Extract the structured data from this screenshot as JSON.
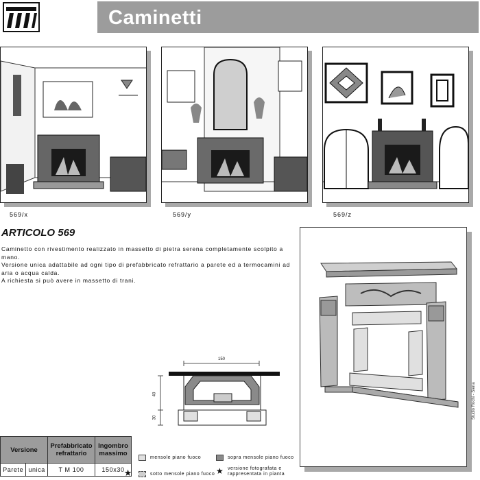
{
  "header": {
    "title": "Caminetti"
  },
  "photos": [
    {
      "code": "569/x"
    },
    {
      "code": "569/y"
    },
    {
      "code": "569/z"
    }
  ],
  "article": {
    "title": "ARTICOLO 569",
    "desc_lines": [
      "Caminetto con rivestimento realizzato in massetto di pietra serena completamente scolpito a mano.",
      "Versione unica adattabile ad ogni tipo di prefabbricato refrattario a parete ed a termocamini ad aria o acqua calda.",
      "A richiesta si può avere in massetto di trani."
    ]
  },
  "plan": {
    "width_label": "150",
    "depth_label": "40",
    "base_label": "30"
  },
  "spec_table": {
    "headers": [
      "Versione",
      "Prefabbricato refrattario",
      "Ingombro massimo"
    ],
    "rows": [
      [
        "Parete",
        "unica",
        "T M 100",
        "150x30"
      ]
    ],
    "marker": "★"
  },
  "legend": [
    {
      "label": "mensole piano fuoco",
      "color": "#e0e0e0"
    },
    {
      "label": "sopra mensole piano fuoco",
      "color": "#8a8a8a"
    },
    {
      "label": "sotto mensole piano fuoco",
      "color": "#cfcfcf"
    },
    {
      "label": "versione fotografata e rappresentata in pianta",
      "symbol": "★"
    }
  ],
  "credit": "Studio Rochi - Siena"
}
